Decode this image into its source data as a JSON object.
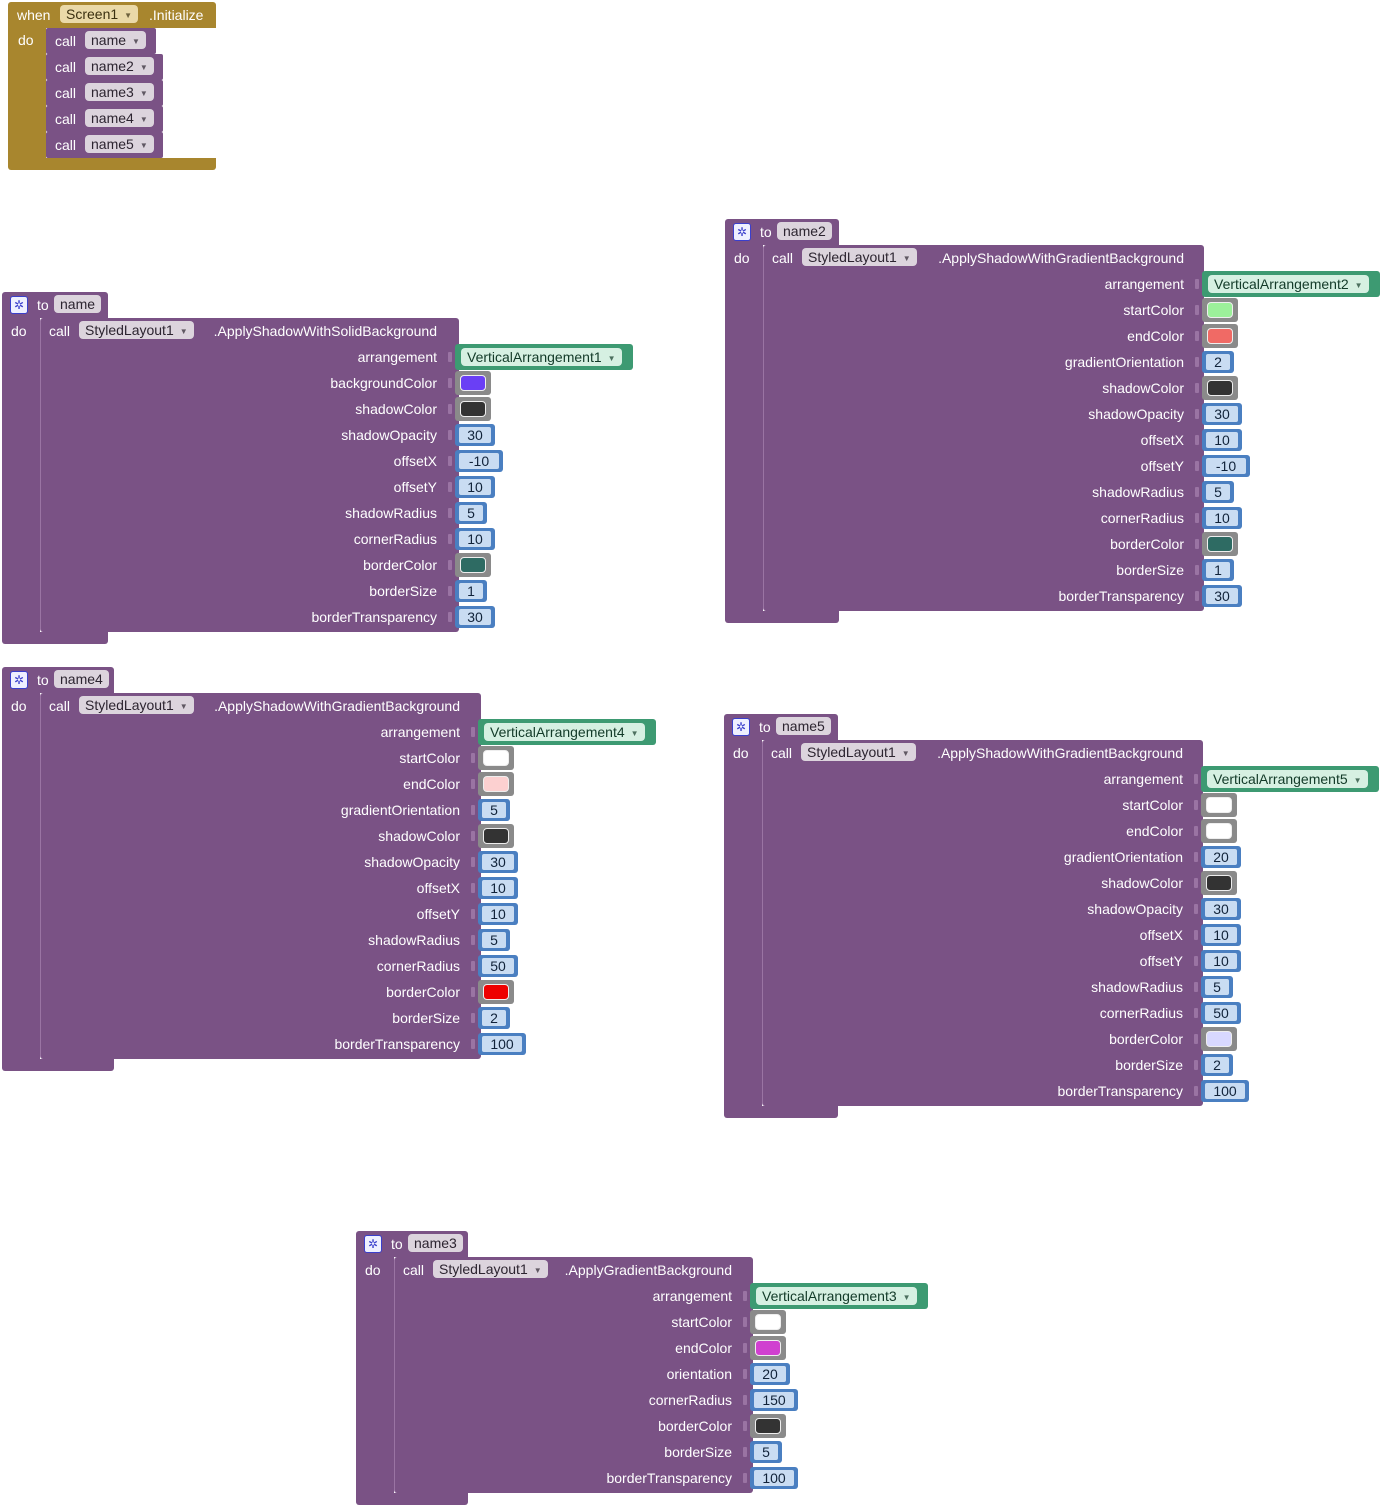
{
  "event_block": {
    "when": "when",
    "component": "Screen1",
    "event": ".Initialize",
    "do": "do",
    "calls": [
      {
        "call": "call",
        "name": "name"
      },
      {
        "call": "call",
        "name": "name2"
      },
      {
        "call": "call",
        "name": "name3"
      },
      {
        "call": "call",
        "name": "name4"
      },
      {
        "call": "call",
        "name": "name5"
      }
    ]
  },
  "procedures": [
    {
      "to": "to",
      "name": "name",
      "do": "do",
      "call": "call",
      "component": "StyledLayout1",
      "method": ".ApplyShadowWithSolidBackground",
      "params": [
        {
          "label": "arrangement",
          "type": "component",
          "value": "VerticalArrangement1"
        },
        {
          "label": "backgroundColor",
          "type": "color",
          "value": "#6a3ff5"
        },
        {
          "label": "shadowColor",
          "type": "color",
          "value": "#333333"
        },
        {
          "label": "shadowOpacity",
          "type": "number",
          "value": "30"
        },
        {
          "label": "offsetX",
          "type": "number",
          "value": "-10"
        },
        {
          "label": "offsetY",
          "type": "number",
          "value": "10"
        },
        {
          "label": "shadowRadius",
          "type": "number",
          "value": "5"
        },
        {
          "label": "cornerRadius",
          "type": "number",
          "value": "10"
        },
        {
          "label": "borderColor",
          "type": "color",
          "value": "#2e6b63"
        },
        {
          "label": "borderSize",
          "type": "number",
          "value": "1"
        },
        {
          "label": "borderTransparency",
          "type": "number",
          "value": "30"
        }
      ]
    },
    {
      "to": "to",
      "name": "name2",
      "do": "do",
      "call": "call",
      "component": "StyledLayout1",
      "method": ".ApplyShadowWithGradientBackground",
      "params": [
        {
          "label": "arrangement",
          "type": "component",
          "value": "VerticalArrangement2"
        },
        {
          "label": "startColor",
          "type": "color",
          "value": "#9cf09a"
        },
        {
          "label": "endColor",
          "type": "color",
          "value": "#f06a65"
        },
        {
          "label": "gradientOrientation",
          "type": "number",
          "value": "2"
        },
        {
          "label": "shadowColor",
          "type": "color",
          "value": "#333333"
        },
        {
          "label": "shadowOpacity",
          "type": "number",
          "value": "30"
        },
        {
          "label": "offsetX",
          "type": "number",
          "value": "10"
        },
        {
          "label": "offsetY",
          "type": "number",
          "value": "-10"
        },
        {
          "label": "shadowRadius",
          "type": "number",
          "value": "5"
        },
        {
          "label": "cornerRadius",
          "type": "number",
          "value": "10"
        },
        {
          "label": "borderColor",
          "type": "color",
          "value": "#2e6b63"
        },
        {
          "label": "borderSize",
          "type": "number",
          "value": "1"
        },
        {
          "label": "borderTransparency",
          "type": "number",
          "value": "30"
        }
      ]
    },
    {
      "to": "to",
      "name": "name4",
      "do": "do",
      "call": "call",
      "component": "StyledLayout1",
      "method": ".ApplyShadowWithGradientBackground",
      "params": [
        {
          "label": "arrangement",
          "type": "component",
          "value": "VerticalArrangement4"
        },
        {
          "label": "startColor",
          "type": "color",
          "value": "#ffffff"
        },
        {
          "label": "endColor",
          "type": "color",
          "value": "#fcd0d0"
        },
        {
          "label": "gradientOrientation",
          "type": "number",
          "value": "5"
        },
        {
          "label": "shadowColor",
          "type": "color",
          "value": "#333333"
        },
        {
          "label": "shadowOpacity",
          "type": "number",
          "value": "30"
        },
        {
          "label": "offsetX",
          "type": "number",
          "value": "10"
        },
        {
          "label": "offsetY",
          "type": "number",
          "value": "10"
        },
        {
          "label": "shadowRadius",
          "type": "number",
          "value": "5"
        },
        {
          "label": "cornerRadius",
          "type": "number",
          "value": "50"
        },
        {
          "label": "borderColor",
          "type": "color",
          "value": "#ee0000"
        },
        {
          "label": "borderSize",
          "type": "number",
          "value": "2"
        },
        {
          "label": "borderTransparency",
          "type": "number",
          "value": "100"
        }
      ]
    },
    {
      "to": "to",
      "name": "name5",
      "do": "do",
      "call": "call",
      "component": "StyledLayout1",
      "method": ".ApplyShadowWithGradientBackground",
      "params": [
        {
          "label": "arrangement",
          "type": "component",
          "value": "VerticalArrangement5"
        },
        {
          "label": "startColor",
          "type": "color",
          "value": "#ffffff"
        },
        {
          "label": "endColor",
          "type": "color",
          "value": "#ffffff"
        },
        {
          "label": "gradientOrientation",
          "type": "number",
          "value": "20"
        },
        {
          "label": "shadowColor",
          "type": "color",
          "value": "#333333"
        },
        {
          "label": "shadowOpacity",
          "type": "number",
          "value": "30"
        },
        {
          "label": "offsetX",
          "type": "number",
          "value": "10"
        },
        {
          "label": "offsetY",
          "type": "number",
          "value": "10"
        },
        {
          "label": "shadowRadius",
          "type": "number",
          "value": "5"
        },
        {
          "label": "cornerRadius",
          "type": "number",
          "value": "50"
        },
        {
          "label": "borderColor",
          "type": "color",
          "value": "#d8d8ff"
        },
        {
          "label": "borderSize",
          "type": "number",
          "value": "2"
        },
        {
          "label": "borderTransparency",
          "type": "number",
          "value": "100"
        }
      ]
    },
    {
      "to": "to",
      "name": "name3",
      "do": "do",
      "call": "call",
      "component": "StyledLayout1",
      "method": ".ApplyGradientBackground",
      "params": [
        {
          "label": "arrangement",
          "type": "component",
          "value": "VerticalArrangement3"
        },
        {
          "label": "startColor",
          "type": "color",
          "value": "#ffffff"
        },
        {
          "label": "endColor",
          "type": "color",
          "value": "#d040d0"
        },
        {
          "label": "orientation",
          "type": "number",
          "value": "20"
        },
        {
          "label": "cornerRadius",
          "type": "number",
          "value": "150"
        },
        {
          "label": "borderColor",
          "type": "color",
          "value": "#333333"
        },
        {
          "label": "borderSize",
          "type": "number",
          "value": "5"
        },
        {
          "label": "borderTransparency",
          "type": "number",
          "value": "100"
        }
      ]
    }
  ]
}
